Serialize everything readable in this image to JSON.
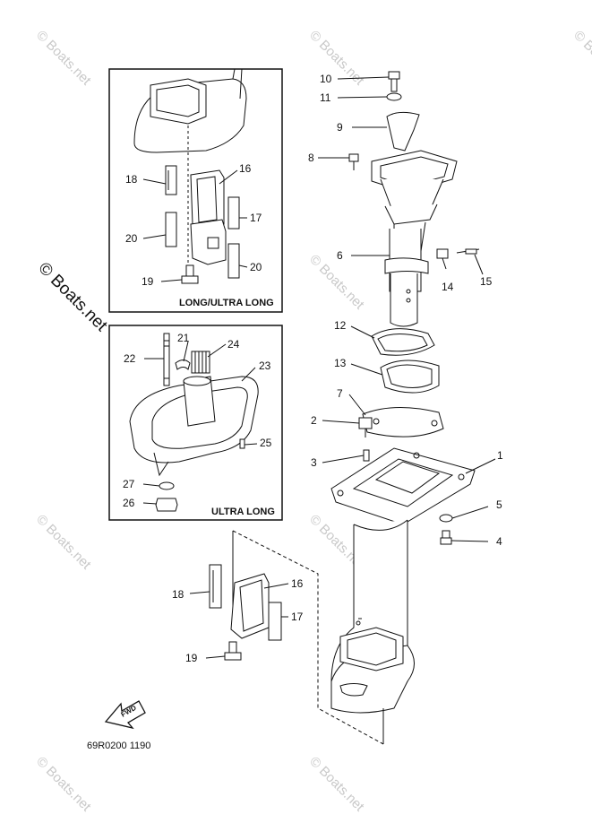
{
  "watermark": "© Boats.net",
  "diagram_code": "69R0200 1190",
  "fwd_label": "FWD",
  "boxes": {
    "long_ultra": {
      "label": "LONG/ULTRA LONG"
    },
    "ultra": {
      "label": "ULTRA LONG"
    }
  },
  "callouts": {
    "c1": "1",
    "c2": "2",
    "c3": "3",
    "c4": "4",
    "c5": "5",
    "c6": "6",
    "c7": "7",
    "c8": "8",
    "c9": "9",
    "c10": "10",
    "c11": "11",
    "c12": "12",
    "c13": "13",
    "c14": "14",
    "c15": "15",
    "b16": "16",
    "b17": "17",
    "b18": "18",
    "b19": "19",
    "b20a": "20",
    "b20b": "20",
    "u21": "21",
    "u22": "22",
    "u23": "23",
    "u24": "24",
    "u25": "25",
    "u26": "26",
    "u27": "27",
    "l16": "16",
    "l17": "17",
    "l18": "18",
    "l19": "19"
  },
  "colors": {
    "line": "#111111",
    "watermark": "#c9c9c9"
  }
}
